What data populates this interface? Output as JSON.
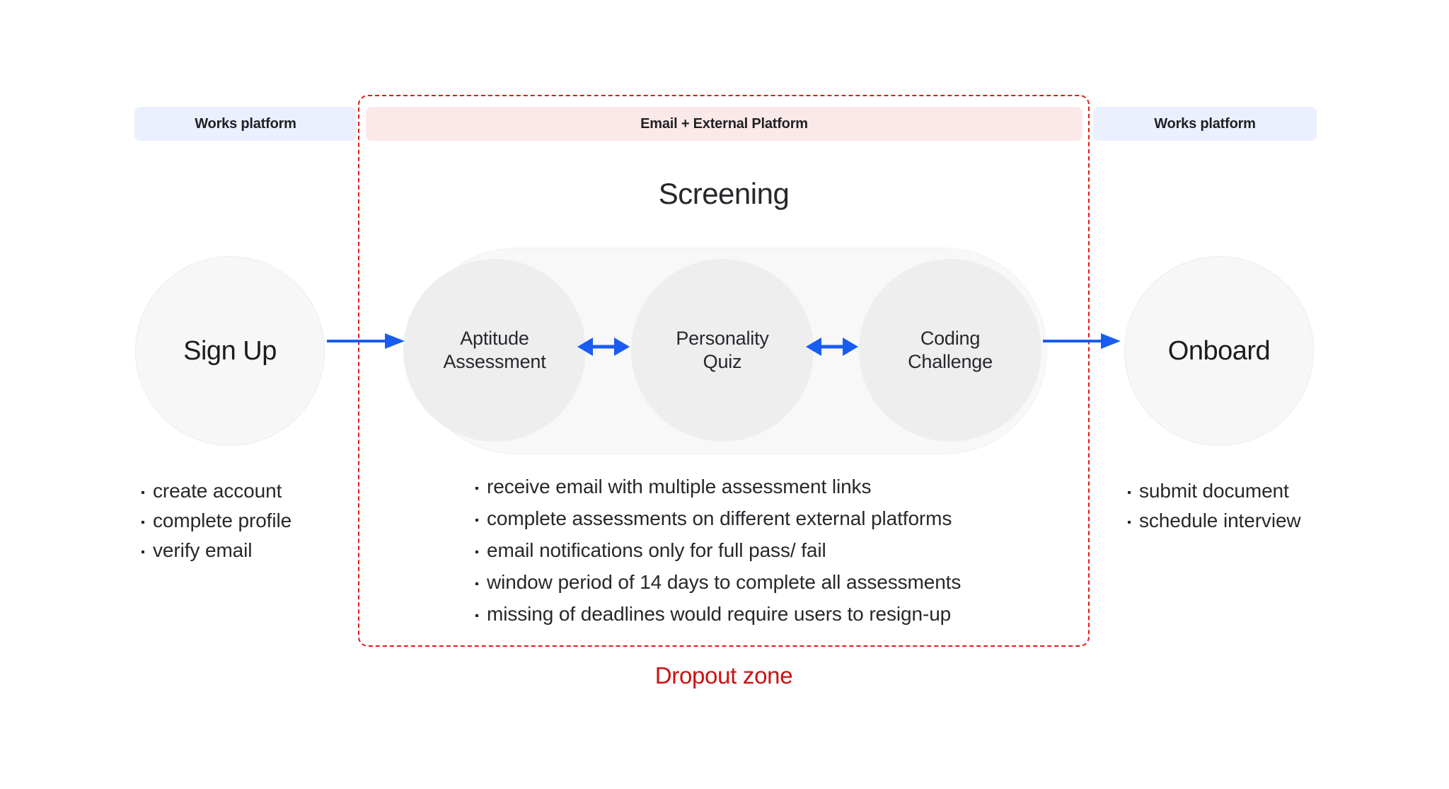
{
  "diagram": {
    "title": "Screening",
    "dropout_label": "Dropout zone",
    "colors": {
      "accent_blue": "#1a5cf0",
      "dropout_red": "#cc1111",
      "boundary_red": "#e01b14",
      "platform_bar_blue": "#eaf0fd",
      "external_bar_pink": "#fbe8e8",
      "circle_gray": "#f7f7f8",
      "sub_circle_gray": "#eeeeef",
      "text_dark": "#26282c"
    }
  },
  "headers": {
    "left": "Works platform",
    "center": "Email + External Platform",
    "right": "Works platform"
  },
  "stages": {
    "signup": {
      "label": "Sign Up",
      "bullets": [
        "create account",
        "complete profile",
        "verify email"
      ]
    },
    "screening": {
      "label": "Screening",
      "steps": [
        {
          "line1": "Aptitude",
          "line2": "Assessment"
        },
        {
          "line1": "Personality",
          "line2": "Quiz"
        },
        {
          "line1": "Coding",
          "line2": "Challenge"
        }
      ],
      "bullets": [
        "receive email with multiple assessment links",
        "complete assessments on different external platforms",
        "email notifications only for full pass/ fail",
        "window period of 14 days to complete all assessments",
        "missing of deadlines would require users to resign-up"
      ]
    },
    "onboard": {
      "label": "Onboard",
      "bullets": [
        "submit document",
        "schedule interview"
      ]
    }
  }
}
